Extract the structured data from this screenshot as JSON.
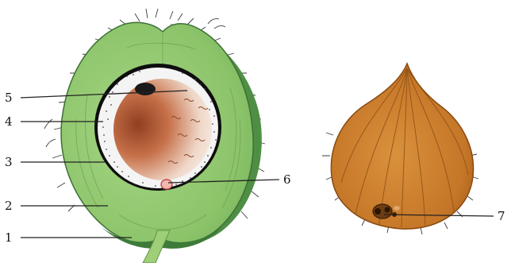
{
  "labels": {
    "l1": "1",
    "l2": "2",
    "l3": "3",
    "l4": "4",
    "l5": "5",
    "l6": "6",
    "l7": "7"
  },
  "colors": {
    "husk_green": "#86c266",
    "husk_shadow": "#4f8f45",
    "shell_dark": "#0e0e0e",
    "endosperm_white": "#f4f4f4",
    "cavity_brown": "#b4582f",
    "whole_nut_orange": "#c77a2a",
    "stalk": "#9fce79"
  }
}
